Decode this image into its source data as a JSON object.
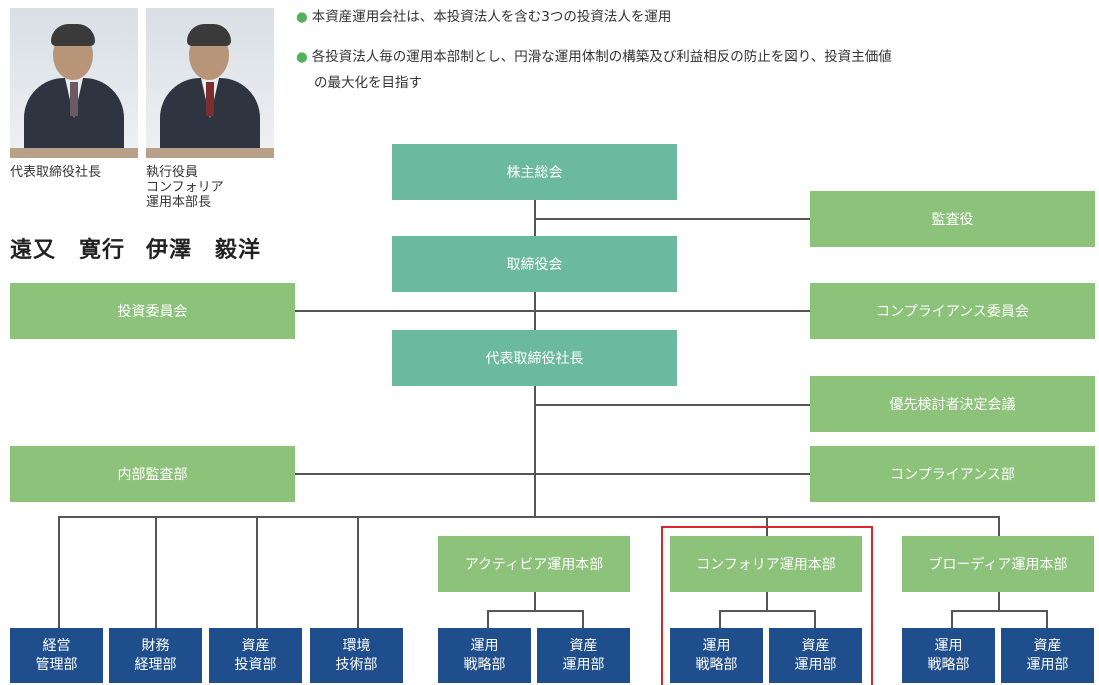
{
  "bullets": [
    "本資産運用会社は、本投資法人を含む3つの投資法人を運用",
    "各投資法人毎の運用本部制とし、円滑な運用体制の構築及び利益相反の防止を図り、投資主価値",
    "の最大化を目指す"
  ],
  "people": [
    {
      "title_lines": [
        "代表取締役社長"
      ],
      "name": "遠又　寛行"
    },
    {
      "title_lines": [
        "執行役員",
        "コンフォリア",
        "運用本部長"
      ],
      "name": "伊澤　毅洋"
    }
  ],
  "org": {
    "shareholders": "株主総会",
    "auditor": "監査役",
    "board": "取締役会",
    "investment_committee": "投資委員会",
    "compliance_committee": "コンプライアンス委員会",
    "president": "代表取締役社長",
    "priority_council": "優先検討者決定会議",
    "internal_audit": "内部監査部",
    "compliance_dept": "コンプライアンス部",
    "divisions": [
      "アクティビア運用本部",
      "コンフォリア運用本部",
      "ブローディア運用本部"
    ],
    "corporate_depts": [
      [
        "経営",
        "管理部"
      ],
      [
        "財務",
        "経理部"
      ],
      [
        "資産",
        "投資部"
      ],
      [
        "環境",
        "技術部"
      ]
    ],
    "activia_depts": [
      [
        "運用",
        "戦略部"
      ],
      [
        "資産",
        "運用部"
      ]
    ],
    "comforia_depts": [
      [
        "運用",
        "戦略部"
      ],
      [
        "資産",
        "運用部"
      ]
    ],
    "brodia_depts": [
      [
        "運用",
        "戦略部"
      ],
      [
        "資産",
        "運用部"
      ]
    ]
  },
  "colors": {
    "teal": "#6bb99e",
    "green": "#8cc27a",
    "navy": "#1f4e8c",
    "highlight": "#d9262b",
    "bullet": "#54b25a"
  }
}
